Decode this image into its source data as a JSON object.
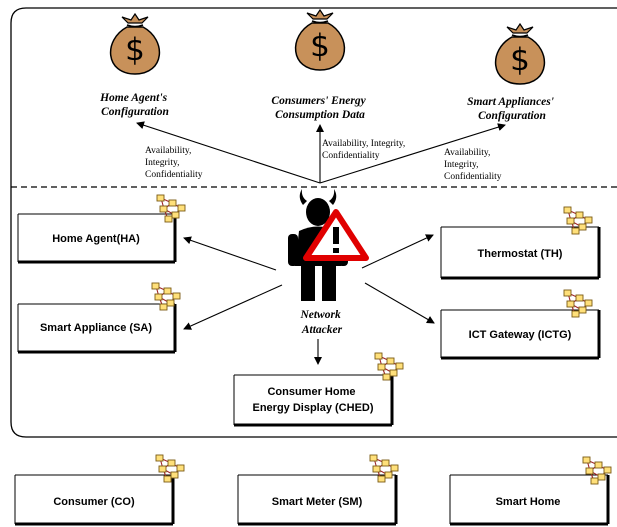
{
  "assets": [
    {
      "line1": "Home Agent's",
      "line2": "Configuration"
    },
    {
      "line1": "Consumers' Energy",
      "line2": "Consumption Data"
    },
    {
      "line1": "Smart Appliances'",
      "line2": "Configuration"
    }
  ],
  "properties": [
    {
      "line1": "Availability,",
      "line2": "Integrity,",
      "line3": "Confidentiality"
    },
    {
      "line1": "Availability, Integrity,",
      "line2": "Confidentiality"
    },
    {
      "line1": "Availability,",
      "line2": "Integrity,",
      "line3": "Confidentiality"
    }
  ],
  "attacker": {
    "line1": "Network",
    "line2": "Attacker"
  },
  "components": {
    "ha": "Home Agent(HA)",
    "sa": "Smart Appliance (SA)",
    "th": "Thermostat (TH)",
    "ictg": "ICT Gateway (ICTG)",
    "ched_line1": "Consumer Home",
    "ched_line2": "Energy Display (CHED)"
  },
  "outside": {
    "co": "Consumer (CO)",
    "sm": "Smart Meter (SM)",
    "sh": "Smart Home"
  },
  "icons": {
    "money_bag": "money-bag-icon",
    "network": "network-icon",
    "attacker": "attacker-icon",
    "warning": "warning-icon"
  },
  "colors": {
    "bag": "#c8915a",
    "net": "#ffe07a",
    "warning": "#e00000"
  }
}
